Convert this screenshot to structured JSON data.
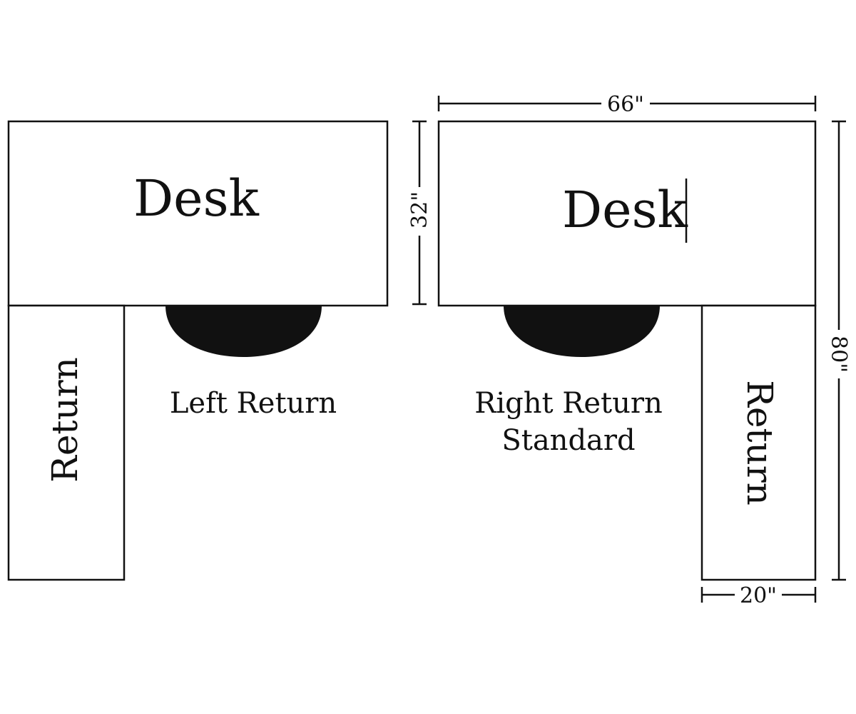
{
  "left_layout": {
    "desk_label": "Desk",
    "return_label": "Return",
    "caption": "Left Return"
  },
  "right_layout": {
    "desk_label": "Desk",
    "return_label": "Return",
    "caption_line1": "Right Return",
    "caption_line2": "Standard"
  },
  "dimensions": {
    "desk_width": "66\"",
    "desk_depth": "32\"",
    "overall_depth": "80\"",
    "return_width": "20\""
  }
}
